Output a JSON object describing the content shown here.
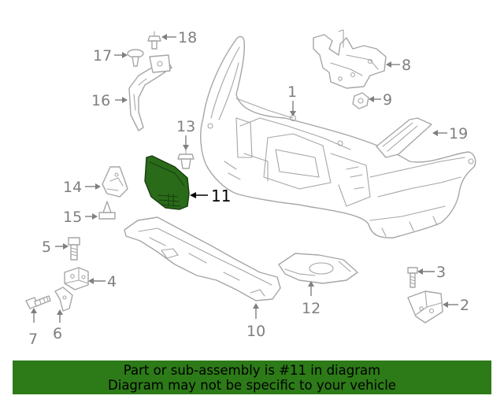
{
  "callouts": {
    "c1": "1",
    "c2": "2",
    "c3": "3",
    "c4": "4",
    "c5": "5",
    "c6": "6",
    "c7": "7",
    "c8": "8",
    "c9": "9",
    "c10": "10",
    "c11": "11",
    "c12": "12",
    "c13": "13",
    "c14": "14",
    "c15": "15",
    "c16": "16",
    "c17": "17",
    "c18": "18",
    "c19": "19"
  },
  "highlighted_part": "11",
  "colors": {
    "highlight": "#2a6b1a",
    "banner": "#2d7a18",
    "line": "#a6a6a6",
    "label": "#7f7f7f"
  },
  "banner": {
    "line1": "Part or sub-assembly is #11 in diagram",
    "line2": "Diagram may not be specific to your vehicle"
  }
}
